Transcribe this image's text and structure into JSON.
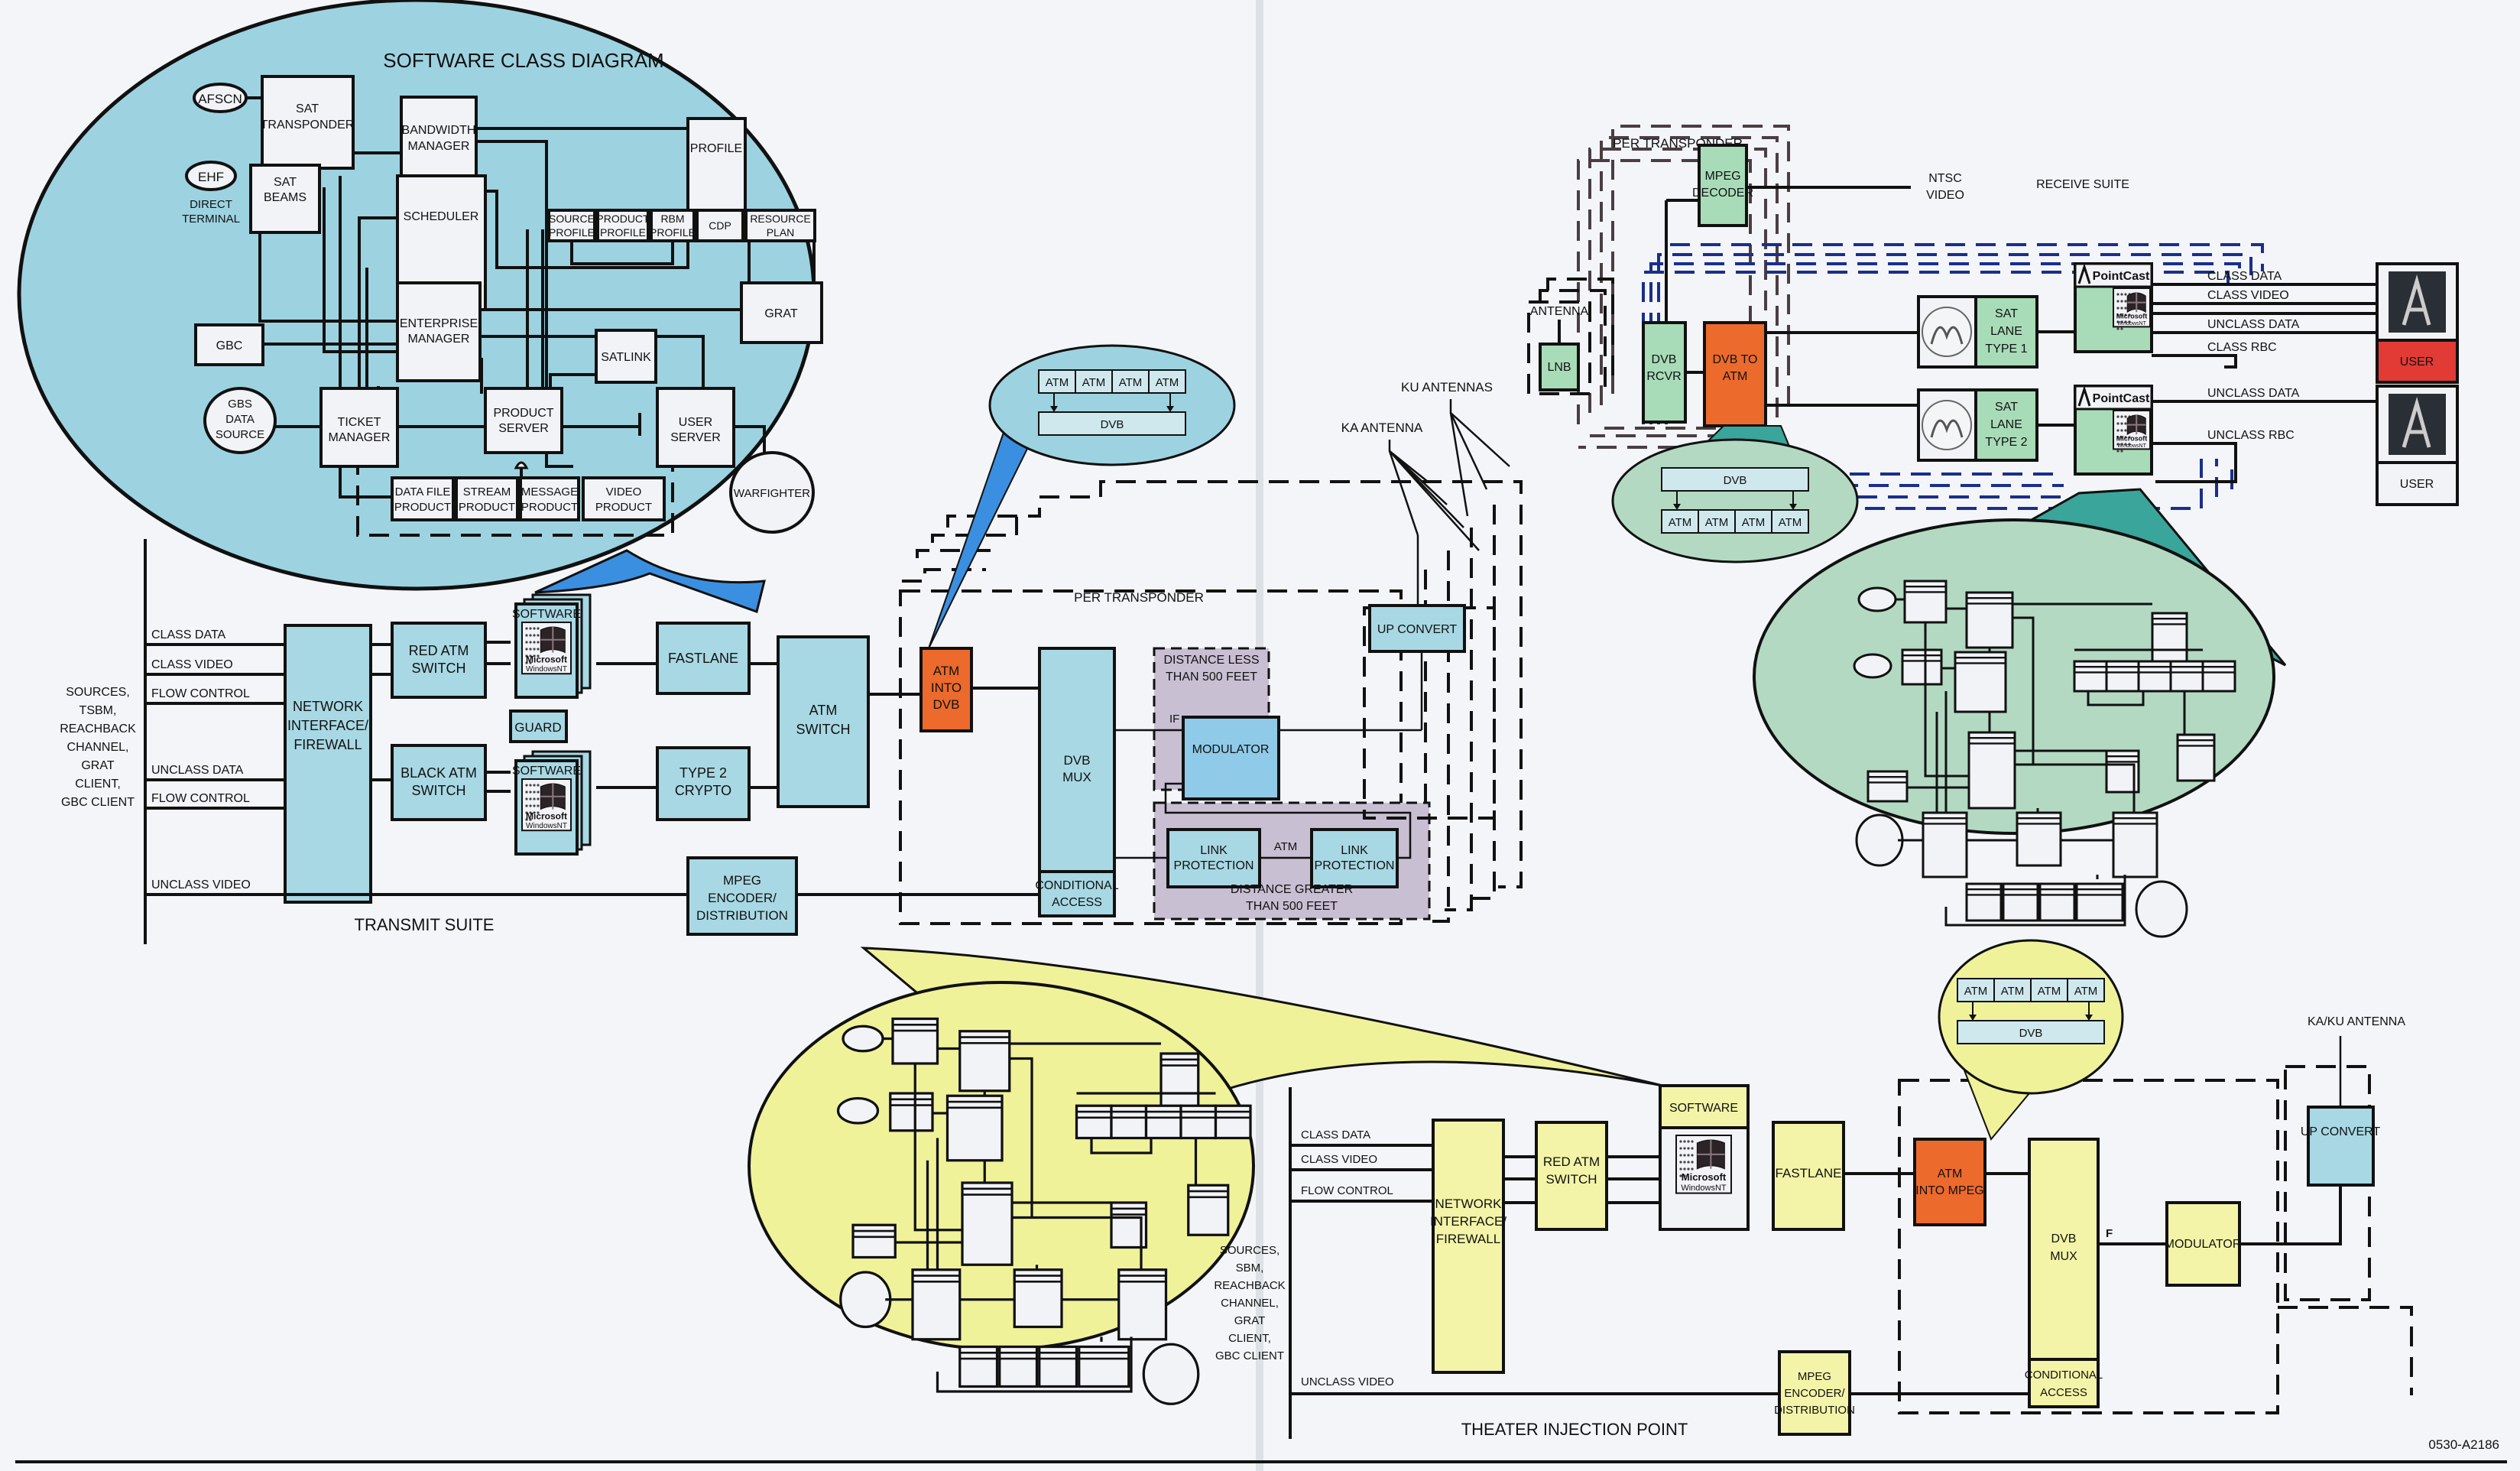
{
  "colors": {
    "blue_fill": "#a8d8e4",
    "blue_ellipse": "#9dd3e1",
    "blue_callout": "#3a8fe0",
    "green_fill": "#a8dcb8",
    "green_ellipse": "#b3d9c2",
    "green_callout": "#3aa59a",
    "yellow_fill": "#f4f4a8",
    "yellow_ellipse": "#f0f29a",
    "orange_fill": "#ec6a2c",
    "red_user": "#e23a34",
    "purple_zone": "#c9bfd3",
    "box_white": "#f2f3f7"
  },
  "software_class_diagram": {
    "title": "SOFTWARE CLASS DIAGRAM",
    "classes": {
      "afscn": "AFSCN",
      "sat_transponder": [
        "SAT",
        "TRANSPONDER"
      ],
      "bandwidth_manager": [
        "BANDWIDTH",
        "MANAGER"
      ],
      "profile": "PROFILE",
      "ehf": "EHF",
      "direct_terminal": [
        "DIRECT",
        "TERMINAL"
      ],
      "sat_beams": [
        "SAT",
        "BEAMS"
      ],
      "scheduler": "SCHEDULER",
      "source_profile": [
        "SOURCE",
        "PROFILE"
      ],
      "product_profile": [
        "PRODUCT",
        "PROFILE"
      ],
      "rbm_profile": [
        "RBM",
        "PROFILE"
      ],
      "cdp": "CDP",
      "resource_plan": [
        "RESOURCE",
        "PLAN"
      ],
      "grat": "GRAT",
      "gbc": "GBC",
      "enterprise_manager": [
        "ENTERPRISE",
        "MANAGER"
      ],
      "satlink": "SATLINK",
      "gbs_data_source": [
        "GBS",
        "DATA",
        "SOURCE"
      ],
      "ticket_manager": [
        "TICKET",
        "MANAGER"
      ],
      "product_server": [
        "PRODUCT",
        "SERVER"
      ],
      "user_server": [
        "USER",
        "SERVER"
      ],
      "warfighter": "WARFIGHTER",
      "data_file_product": [
        "DATA FILE",
        "PRODUCT"
      ],
      "stream_product": [
        "STREAM",
        "PRODUCT"
      ],
      "message_product": [
        "MESSAGE",
        "PRODUCT"
      ],
      "video_product": [
        "VIDEO",
        "PRODUCT"
      ]
    }
  },
  "transmit_suite": {
    "title": "TRANSMIT SUITE",
    "sources": [
      "SOURCES,",
      "TSBM,",
      "REACHBACK",
      "CHANNEL,",
      "GRAT",
      "CLIENT,",
      "GBC CLIENT"
    ],
    "inputs": [
      "CLASS DATA",
      "CLASS VIDEO",
      "FLOW CONTROL",
      "UNCLASS DATA",
      "FLOW CONTROL",
      "UNCLASS VIDEO"
    ],
    "network_interface": [
      "NETWORK",
      "INTERFACE/",
      "FIREWALL"
    ],
    "red_atm_switch": [
      "RED ATM",
      "SWITCH"
    ],
    "black_atm_switch": [
      "BLACK ATM",
      "SWITCH"
    ],
    "software": "SOFTWARE",
    "ms_brand": "Microsoft",
    "nt_brand": "WindowsNT",
    "guard": "GUARD",
    "fastlane": "FASTLANE",
    "type2_crypto": [
      "TYPE 2",
      "CRYPTO"
    ],
    "atm_switch": [
      "ATM",
      "SWITCH"
    ],
    "mpeg_encoder": [
      "MPEG",
      "ENCODER/",
      "DISTRIBUTION"
    ],
    "per_transponder": "PER TRANSPONDER",
    "atm_into_dvb": [
      "ATM",
      "INTO",
      "DVB"
    ],
    "dvb_mux": [
      "DVB",
      "MUX"
    ],
    "conditional_access": [
      "CONDITIONAL",
      "ACCESS"
    ],
    "distance_less": [
      "DISTANCE LESS",
      "THAN 500 FEET"
    ],
    "if_label": "IF",
    "modulator": "MODULATOR",
    "link_protection": [
      "LINK",
      "PROTECTION"
    ],
    "atm_link": "ATM",
    "distance_greater": [
      "DISTANCE GREATER",
      "THAN 500 FEET"
    ],
    "up_convert": "UP CONVERT",
    "ka_antenna": "KA ANTENNA",
    "ku_antennas": "KU ANTENNAS",
    "callout_cells": [
      "ATM",
      "ATM",
      "ATM",
      "ATM"
    ],
    "callout_dvb": "DVB"
  },
  "receive_suite": {
    "title": "RECEIVE SUITE",
    "per_transponder": "PER TRANSPONDER",
    "mpeg_decoder": [
      "MPEG",
      "DECODER"
    ],
    "ntsc_video": [
      "NTSC",
      "VIDEO"
    ],
    "antenna": "ANTENNA",
    "lnb": "LNB",
    "dvb_rcvr": [
      "DVB",
      "RCVR"
    ],
    "dvb_to_atm": [
      "DVB TO",
      "ATM"
    ],
    "sat_lane_1": [
      "SAT",
      "LANE",
      "TYPE 1"
    ],
    "sat_lane_2": [
      "SAT",
      "LANE",
      "TYPE 2"
    ],
    "pointcast": "PointCast",
    "outputs_1": [
      "CLASS DATA",
      "CLASS VIDEO",
      "UNCLASS DATA",
      "CLASS RBC"
    ],
    "outputs_2": [
      "UNCLASS DATA",
      "UNCLASS RBC"
    ],
    "user_1": "USER",
    "user_2": "USER",
    "callout_dvb": "DVB",
    "callout_cells": [
      "ATM",
      "ATM",
      "ATM",
      "ATM"
    ]
  },
  "theater_injection_point": {
    "title": "THEATER INJECTION POINT",
    "sources": [
      "SOURCES,",
      "SBM,",
      "REACHBACK",
      "CHANNEL,",
      "GRAT",
      "CLIENT,",
      "GBC CLIENT"
    ],
    "inputs": [
      "CLASS DATA",
      "CLASS VIDEO",
      "FLOW CONTROL",
      "UNCLASS VIDEO"
    ],
    "network_interface": [
      "NETWORK",
      "INTERFACE/",
      "FIREWALL"
    ],
    "red_atm_switch": [
      "RED ATM",
      "SWITCH"
    ],
    "software": "SOFTWARE",
    "fastlane": "FASTLANE",
    "atm_into_mpeg": [
      "ATM",
      "INTO MPEG"
    ],
    "dvb_mux": [
      "DVB",
      "MUX"
    ],
    "conditional_access": [
      "CONDITIONAL",
      "ACCESS"
    ],
    "f_label": "F",
    "modulator": "MODULATOR",
    "up_convert": "UP CONVERT",
    "antenna": "KA/KU ANTENNA",
    "mpeg_encoder": [
      "MPEG",
      "ENCODER/",
      "DISTRIBUTION"
    ],
    "callout_cells": [
      "ATM",
      "ATM",
      "ATM",
      "ATM"
    ],
    "callout_dvb": "DVB"
  },
  "figure_id": "0530-A2186"
}
